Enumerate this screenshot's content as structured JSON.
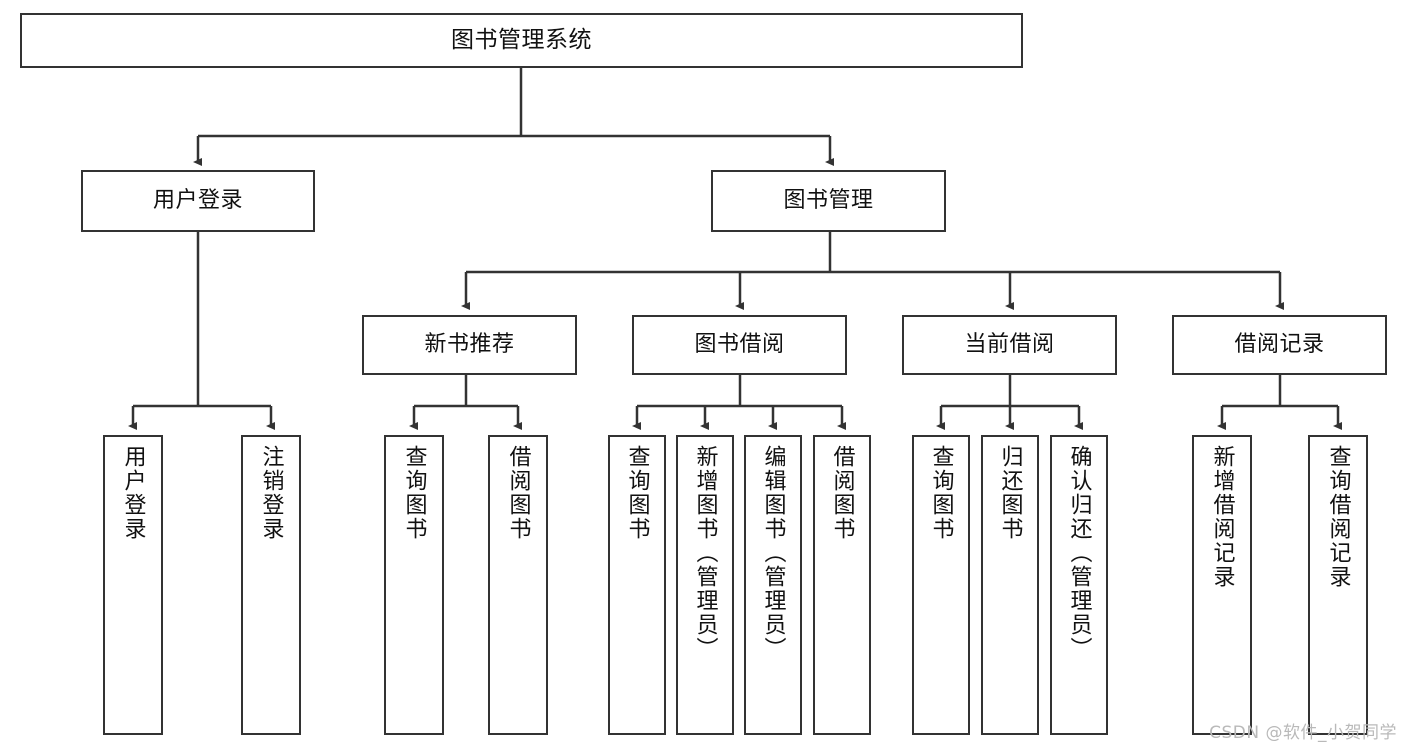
{
  "diagram": {
    "title": "图书管理系统",
    "watermark": "CSDN @软件_小贺同学",
    "line_color": "#333333",
    "box_border_color": "#333333",
    "box_fill_color": "#ffffff",
    "text_color": "#111111",
    "root": {
      "label": "图书管理系统"
    },
    "level2": [
      {
        "label": "用户登录"
      },
      {
        "label": "图书管理"
      }
    ],
    "level3": [
      {
        "label": "新书推荐"
      },
      {
        "label": "图书借阅"
      },
      {
        "label": "当前借阅"
      },
      {
        "label": "借阅记录"
      }
    ],
    "leaves": {
      "user_login": [
        {
          "label": "用户登录"
        },
        {
          "label": "注销登录"
        }
      ],
      "new_book_recommend": [
        {
          "label": "查询图书"
        },
        {
          "label": "借阅图书"
        }
      ],
      "book_borrow": [
        {
          "label": "查询图书"
        },
        {
          "label": "新增图书（管理员）"
        },
        {
          "label": "编辑图书（管理员）"
        },
        {
          "label": "借阅图书"
        }
      ],
      "current_borrow": [
        {
          "label": "查询图书"
        },
        {
          "label": "归还图书"
        },
        {
          "label": "确认归还（管理员）"
        }
      ],
      "borrow_record": [
        {
          "label": "新增借阅记录"
        },
        {
          "label": "查询借阅记录"
        }
      ]
    }
  }
}
